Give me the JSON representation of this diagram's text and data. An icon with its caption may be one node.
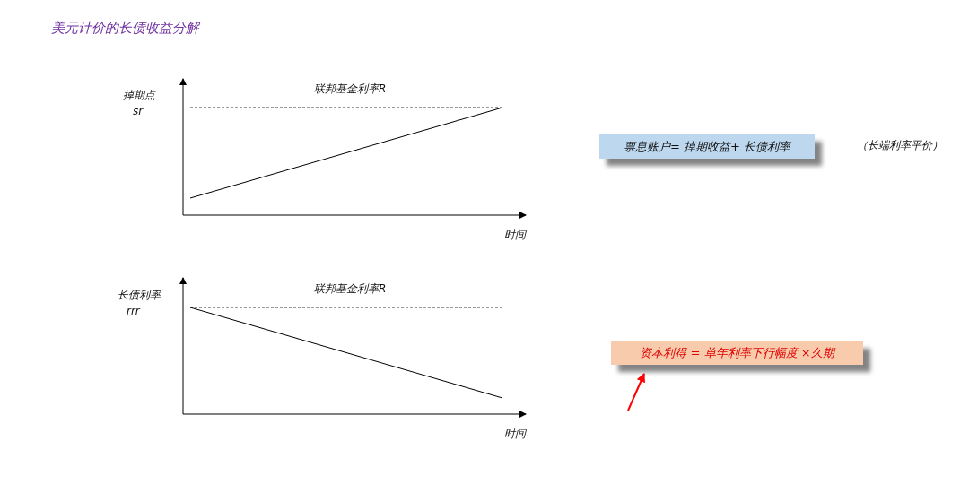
{
  "diagram": {
    "title": "美元计价的长债收益分解",
    "nodes": [
      {
        "text": [
          "票息账户= 掉期收益+ 长债利率"
        ]
      },
      {
        "text": [
          "资本利得 = 单年利率下行幅度 ×久期"
        ]
      }
    ],
    "edges": [
      {
        "from": null,
        "to": 1,
        "arrow": "to",
        "color": "#ff0000"
      }
    ],
    "labels": [
      "掉期点",
      "sr",
      "联邦基金利率R",
      "时间",
      "（长端利率平价）",
      "长债利率",
      "rrr",
      "联邦基金利率R",
      "时间"
    ]
  }
}
